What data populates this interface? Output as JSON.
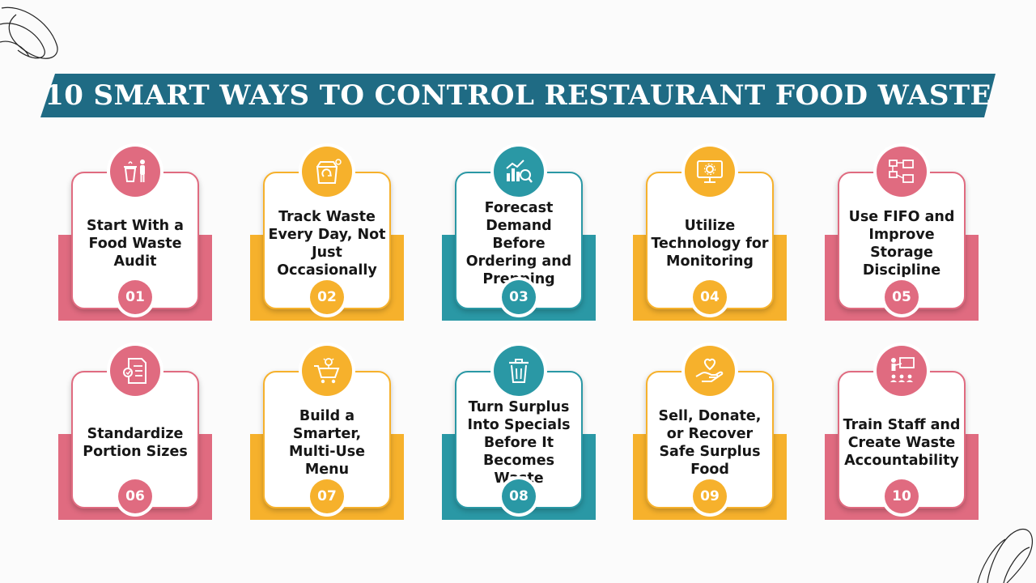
{
  "title": "10 SMART WAYS TO CONTROL RESTAURANT FOOD WASTE",
  "colors": {
    "banner": "#1f6b84",
    "pink": "#e06b80",
    "yellow": "#f6b12c",
    "teal": "#2a98a5",
    "background": "#fbfbfb"
  },
  "cards": [
    {
      "number": "01",
      "text": "Start With a Food Waste Audit",
      "color": "pink",
      "icon": "waste-bin-person-icon"
    },
    {
      "number": "02",
      "text": "Track Waste Every Day, Not Just Occasionally",
      "color": "yellow",
      "icon": "recycle-box-icon"
    },
    {
      "number": "03",
      "text": "Forecast Demand Before Ordering and Prepping",
      "color": "teal",
      "icon": "analytics-chart-icon"
    },
    {
      "number": "04",
      "text": "Utilize Technology for Monitoring",
      "color": "yellow",
      "icon": "monitor-gear-icon"
    },
    {
      "number": "05",
      "text": "Use FIFO and Improve Storage Discipline",
      "color": "pink",
      "icon": "flow-process-icon"
    },
    {
      "number": "06",
      "text": "Standardize Portion Sizes",
      "color": "pink",
      "icon": "checklist-gear-icon"
    },
    {
      "number": "07",
      "text": "Build a Smarter, Multi-Use Menu",
      "color": "yellow",
      "icon": "cart-idea-icon"
    },
    {
      "number": "08",
      "text": "Turn Surplus Into Specials Before It Becomes Waste",
      "color": "teal",
      "icon": "trash-can-icon"
    },
    {
      "number": "09",
      "text": "Sell, Donate, or Recover Safe Surplus Food",
      "color": "yellow",
      "icon": "heart-hand-icon"
    },
    {
      "number": "10",
      "text": "Train Staff and Create Waste Accountability",
      "color": "pink",
      "icon": "training-presentation-icon"
    }
  ]
}
